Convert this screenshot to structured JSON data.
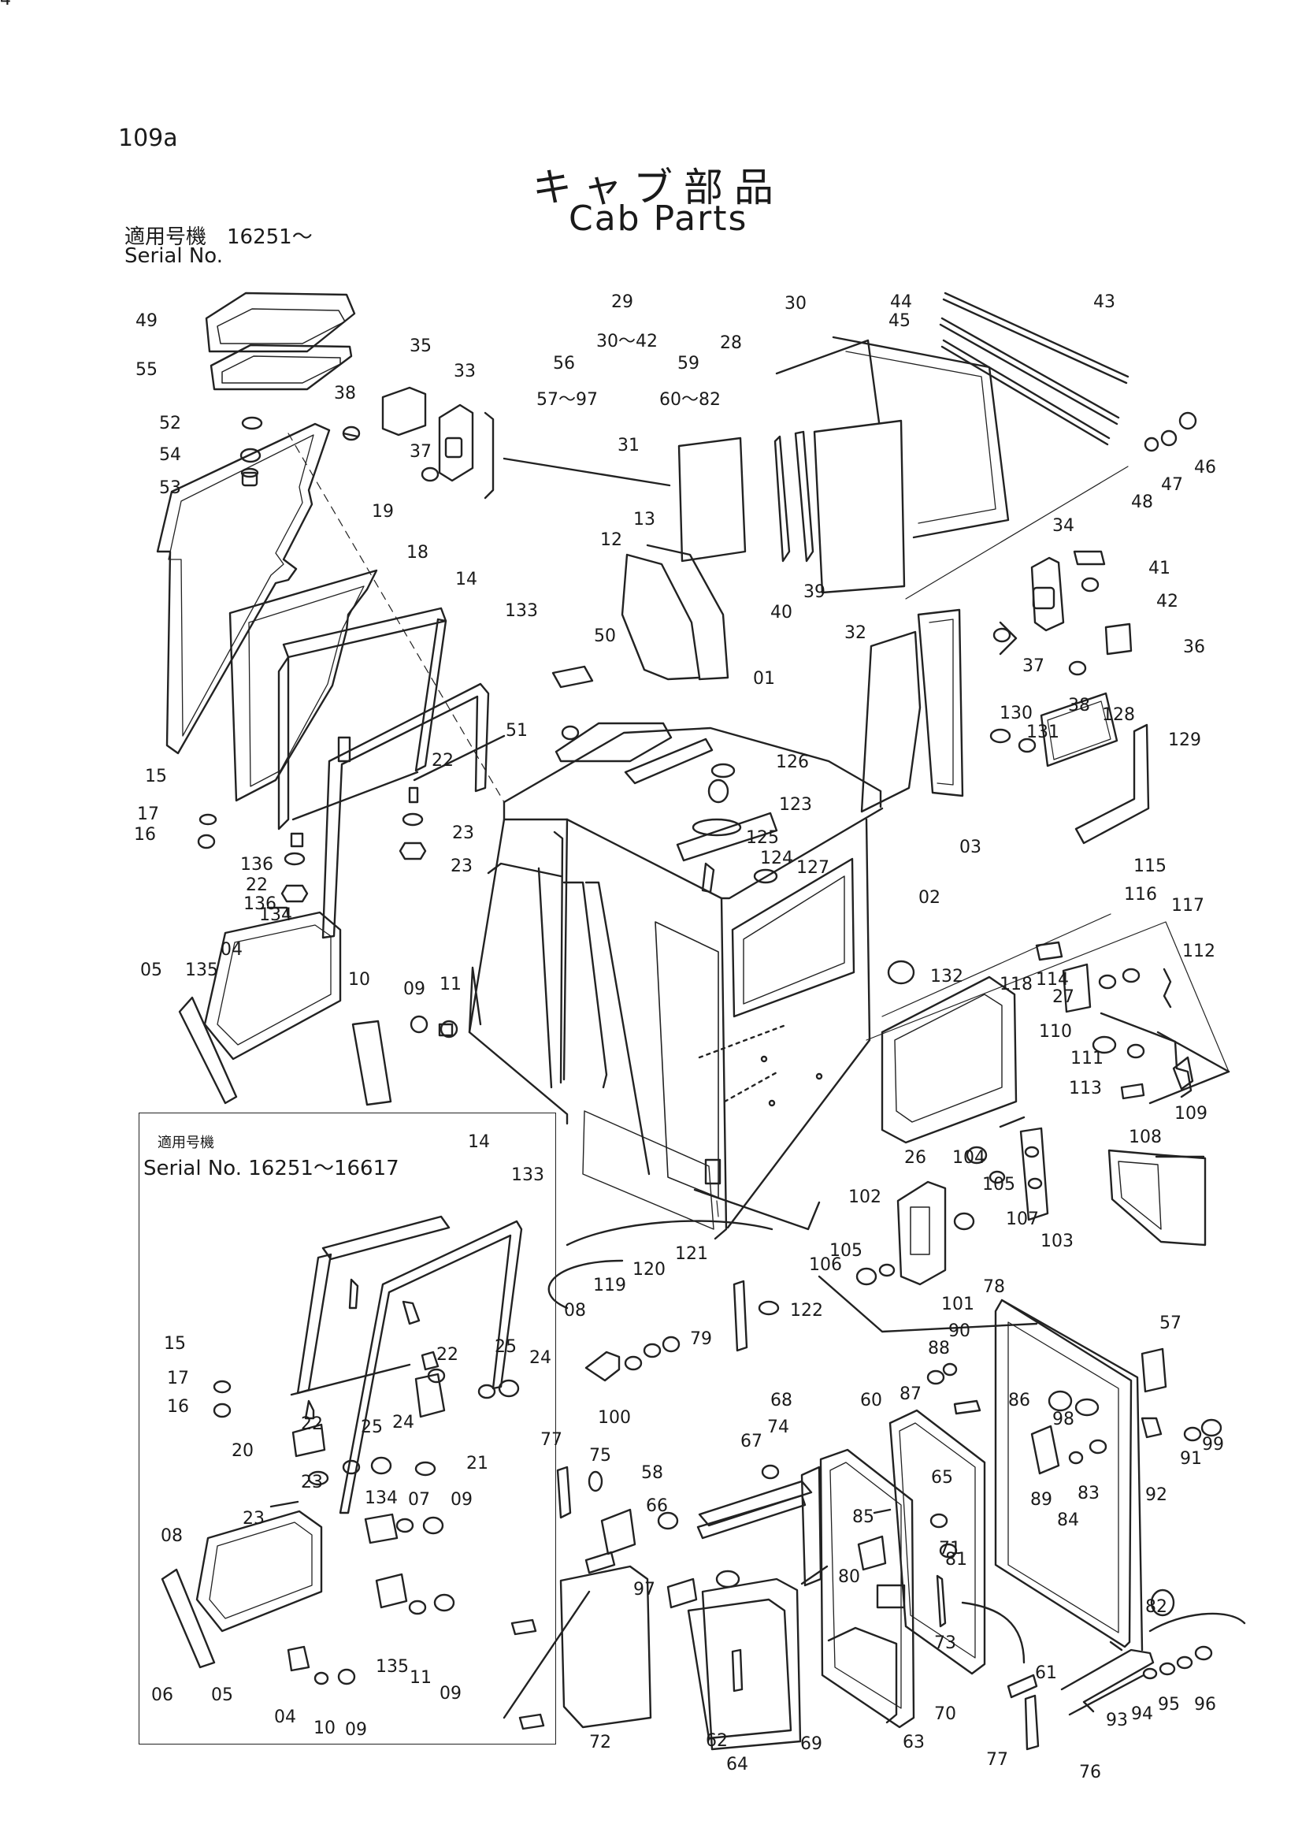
{
  "page_number": "109a",
  "title_jp": "キャブ部品",
  "title_en": "Cab Parts",
  "serial_jp": "適用号機　16251〜",
  "serial_en": "Serial No.",
  "inset": {
    "label_jp": "適用号機",
    "label_en": "Serial No. 16251〜16617"
  },
  "groups": [
    {
      "id": "g29",
      "label": "29",
      "range": "30〜42"
    },
    {
      "id": "g56",
      "label": "56",
      "range": "57〜97"
    },
    {
      "id": "g59",
      "label": "59",
      "range": "60〜82"
    }
  ],
  "parts": [
    "49",
    "55",
    "52",
    "54",
    "53",
    "35",
    "33",
    "38",
    "37",
    "31",
    "28",
    "30",
    "44",
    "43",
    "45",
    "46",
    "47",
    "48",
    "19",
    "18",
    "14",
    "133",
    "13",
    "12",
    "40",
    "39",
    "32",
    "34",
    "41",
    "42",
    "36",
    "37",
    "38",
    "50",
    "51",
    "01",
    "15",
    "17",
    "16",
    "22",
    "136",
    "23",
    "22",
    "136",
    "23",
    "126",
    "123",
    "125",
    "124",
    "127",
    "130",
    "131",
    "128",
    "129",
    "02",
    "03",
    "115",
    "116",
    "117",
    "118",
    "114",
    "112",
    "134",
    "04",
    "05",
    "135",
    "10",
    "09",
    "11",
    "132",
    "27",
    "110",
    "111",
    "113",
    "109",
    "26",
    "104",
    "105",
    "108",
    "102",
    "107",
    "103",
    "106",
    "105",
    "14",
    "133",
    "15",
    "17",
    "16",
    "22",
    "22",
    "25",
    "24",
    "20",
    "25",
    "24",
    "21",
    "23",
    "23",
    "134",
    "07",
    "09",
    "08",
    "135",
    "06",
    "05",
    "04",
    "10",
    "09",
    "11",
    "09",
    "08",
    "119",
    "120",
    "121",
    "122",
    "79",
    "78",
    "101",
    "57",
    "90",
    "88",
    "87",
    "86",
    "98",
    "99",
    "91",
    "92",
    "100",
    "77",
    "75",
    "74",
    "67",
    "68",
    "60",
    "58",
    "66",
    "65",
    "89",
    "83",
    "84",
    "85",
    "80",
    "71",
    "81",
    "82",
    "97",
    "73",
    "72",
    "62",
    "64",
    "69",
    "63",
    "70",
    "61",
    "77",
    "76",
    "93",
    "94",
    "95",
    "96",
    "94"
  ]
}
